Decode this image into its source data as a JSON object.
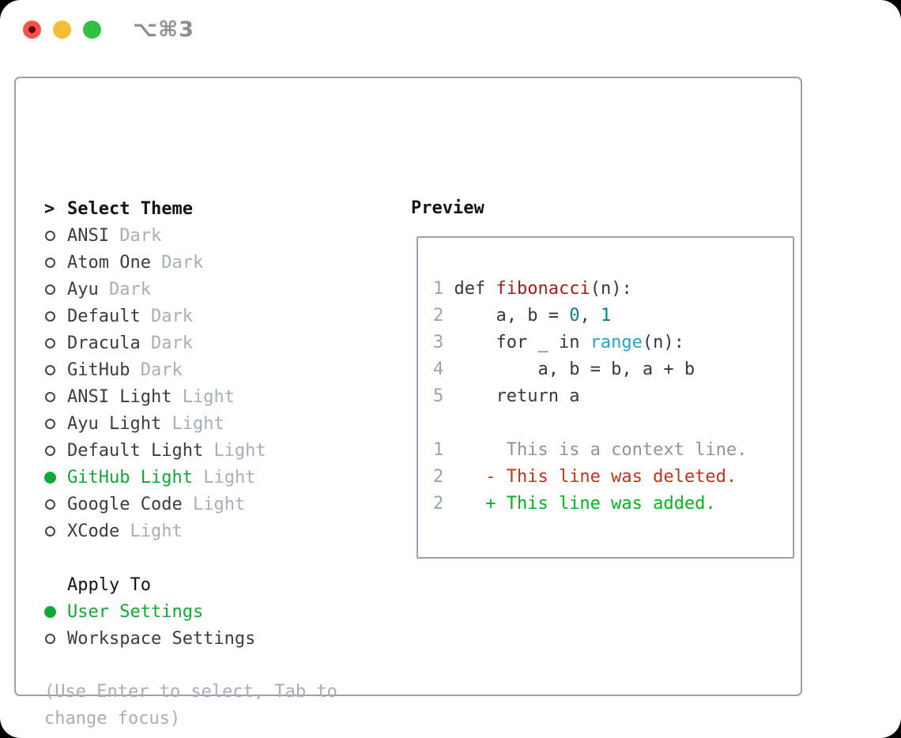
{
  "window": {
    "title": "⌥⌘3",
    "traffic_lights": {
      "close": "close",
      "minimize": "minimize",
      "zoom": "zoom"
    }
  },
  "colors": {
    "code": "#33383f",
    "func_red": "#a01e1e",
    "num_teal": "#0c7d87",
    "builtin_blue": "#2d9fd0",
    "diff_context": "#8d949e",
    "diff_deleted": "#c2321d",
    "diff_added": "#00b41e",
    "selected_green": "#10a837",
    "line_number": "#9aa3b0"
  },
  "theme_picker": {
    "cursor": ">",
    "title": "Select Theme",
    "items": [
      {
        "name": "ANSI",
        "variant": "Dark",
        "selected": false
      },
      {
        "name": "Atom One",
        "variant": "Dark",
        "selected": false
      },
      {
        "name": "Ayu",
        "variant": "Dark",
        "selected": false
      },
      {
        "name": "Default",
        "variant": "Dark",
        "selected": false
      },
      {
        "name": "Dracula",
        "variant": "Dark",
        "selected": false
      },
      {
        "name": "GitHub",
        "variant": "Dark",
        "selected": false
      },
      {
        "name": "ANSI Light",
        "variant": "Light",
        "selected": false
      },
      {
        "name": "Ayu Light",
        "variant": "Light",
        "selected": false
      },
      {
        "name": "Default Light",
        "variant": "Light",
        "selected": false
      },
      {
        "name": "GitHub Light",
        "variant": "Light",
        "selected": true
      },
      {
        "name": "Google Code",
        "variant": "Light",
        "selected": false
      },
      {
        "name": "XCode",
        "variant": "Light",
        "selected": false
      }
    ],
    "apply_to": {
      "title": "Apply To",
      "options": [
        {
          "label": "User Settings",
          "selected": true
        },
        {
          "label": "Workspace Settings",
          "selected": false
        }
      ]
    },
    "hint": "(Use Enter to select, Tab to change focus)"
  },
  "preview": {
    "title": "Preview",
    "code_lines": [
      {
        "num": "1",
        "tokens": [
          {
            "t": " def ",
            "c": "code"
          },
          {
            "t": "fibonacci",
            "c": "func_red"
          },
          {
            "t": "(n):",
            "c": "code"
          }
        ]
      },
      {
        "num": "2",
        "tokens": [
          {
            "t": "     a, b = ",
            "c": "code"
          },
          {
            "t": "0",
            "c": "num_teal"
          },
          {
            "t": ", ",
            "c": "code"
          },
          {
            "t": "1",
            "c": "num_teal"
          }
        ]
      },
      {
        "num": "3",
        "tokens": [
          {
            "t": "     for _ in ",
            "c": "code"
          },
          {
            "t": "range",
            "c": "builtin_blue"
          },
          {
            "t": "(n):",
            "c": "code"
          }
        ]
      },
      {
        "num": "4",
        "tokens": [
          {
            "t": "         a, b = b, a + b",
            "c": "code"
          }
        ]
      },
      {
        "num": "5",
        "tokens": [
          {
            "t": "     return a",
            "c": "code"
          }
        ]
      }
    ],
    "diff_lines": [
      {
        "num": "1",
        "tokens": [
          {
            "t": "      This is a context line.",
            "c": "diff_context"
          }
        ]
      },
      {
        "num": "2",
        "tokens": [
          {
            "t": "    - This line was deleted.",
            "c": "diff_deleted"
          }
        ]
      },
      {
        "num": "2",
        "tokens": [
          {
            "t": "    + This line was added.",
            "c": "diff_added"
          }
        ]
      }
    ]
  }
}
